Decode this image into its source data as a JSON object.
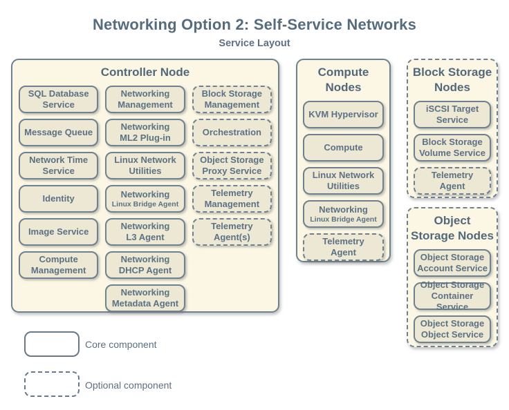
{
  "title": "Networking Option 2: Self-Service Networks",
  "subtitle": "Service Layout",
  "colors": {
    "container_fill": "#fbf7e4",
    "box_fill": "#ede8d4",
    "border": "#6d8191",
    "text": "#5c7183",
    "title_text": "#566b7c"
  },
  "controller": {
    "header": "Controller Node",
    "col1": [
      {
        "label": "SQL Database\nService"
      },
      {
        "label": "Message Queue"
      },
      {
        "label": "Network Time\nService"
      },
      {
        "label": "Identity"
      },
      {
        "label": "Image Service"
      },
      {
        "label": "Compute\nManagement"
      }
    ],
    "col2": [
      {
        "label": "Networking\nManagement"
      },
      {
        "label": "Networking\nML2 Plug-in"
      },
      {
        "label": "Linux Network\nUtilities"
      },
      {
        "label": "Networking",
        "sub": "Linux Bridge Agent"
      },
      {
        "label": "Networking\nL3 Agent"
      },
      {
        "label": "Networking\nDHCP Agent"
      },
      {
        "label": "Networking\nMetadata Agent"
      }
    ],
    "col3": [
      {
        "label": "Block Storage\nManagement"
      },
      {
        "label": "Orchestration"
      },
      {
        "label": "Object Storage\nProxy Service"
      },
      {
        "label": "Telemetry\nManagement"
      },
      {
        "label": "Telemetry\nAgent(s)"
      }
    ]
  },
  "compute": {
    "header": "Compute\nNodes",
    "items": [
      {
        "label": "KVM Hypervisor"
      },
      {
        "label": "Compute"
      },
      {
        "label": "Linux Network\nUtilities"
      },
      {
        "label": "Networking",
        "sub": "Linux Bridge Agent"
      },
      {
        "label": "Telemetry\nAgent"
      }
    ]
  },
  "block_storage": {
    "header": "Block Storage\nNodes",
    "items": [
      {
        "label": "iSCSI Target\nService"
      },
      {
        "label": "Block Storage\nVolume Service"
      },
      {
        "label": "Telemetry\nAgent"
      }
    ]
  },
  "object_storage": {
    "header": "Object\nStorage Nodes",
    "items": [
      {
        "label": "Object Storage\nAccount Service"
      },
      {
        "label": "Object Storage\nContainer Service"
      },
      {
        "label": "Object Storage\nObject Service"
      }
    ]
  },
  "legend": {
    "core_label": "Core component",
    "optional_label": "Optional component"
  }
}
